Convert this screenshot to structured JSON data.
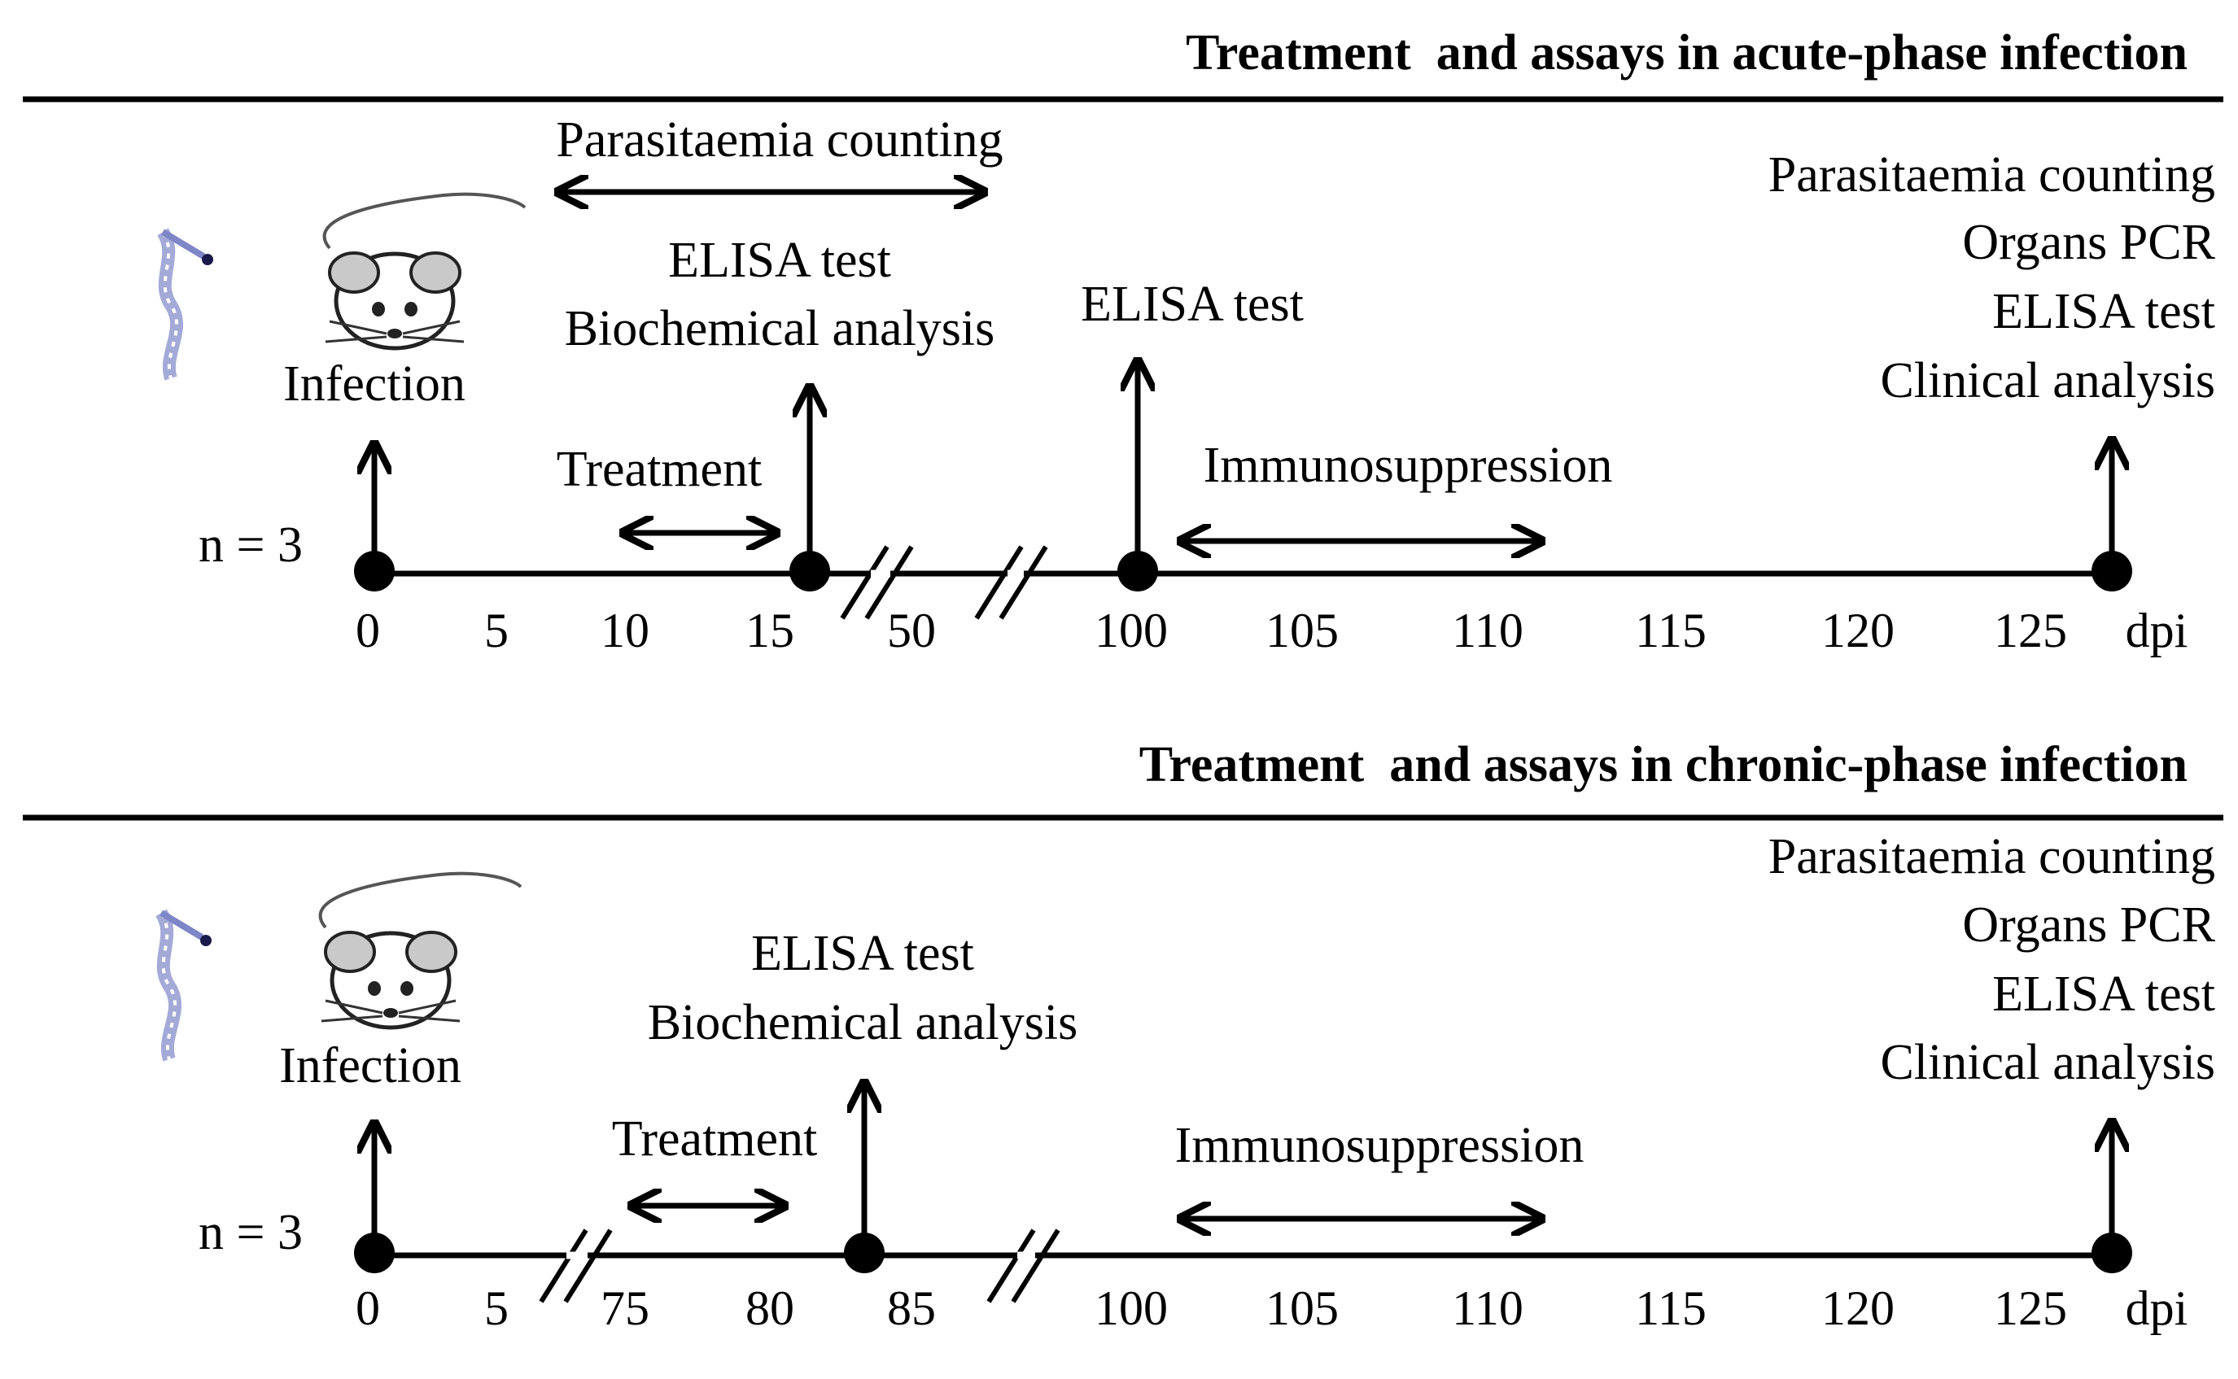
{
  "acute": {
    "title": "Treatment  and assays in acute-phase infection",
    "n_label": "n = 3",
    "infection": "Infection",
    "parasitaemia": "Parasitaemia counting",
    "elisa_1": "ELISA test",
    "biochem": "Biochemical analysis",
    "treatment": "Treatment",
    "elisa_2": "ELISA test",
    "immunosuppression": "Immunosuppression",
    "final_1": "Parasitaemia counting",
    "final_2": "Organs PCR",
    "final_3": "ELISA test",
    "final_4": "Clinical analysis",
    "ticks": [
      "0",
      "5",
      "10",
      "15",
      "50",
      "100",
      "105",
      "110",
      "115",
      "120",
      "125"
    ],
    "unit": "dpi"
  },
  "chronic": {
    "title": "Treatment  and assays in chronic-phase infection",
    "n_label": "n = 3",
    "infection": "Infection",
    "elisa_1": "ELISA test",
    "biochem": "Biochemical analysis",
    "treatment": "Treatment",
    "immunosuppression": "Immunosuppression",
    "final_1": "Parasitaemia counting",
    "final_2": "Organs PCR",
    "final_3": "ELISA test",
    "final_4": "Clinical analysis",
    "ticks": [
      "0",
      "5",
      "75",
      "80",
      "85",
      "100",
      "105",
      "110",
      "115",
      "120",
      "125"
    ],
    "unit": "dpi"
  },
  "icons": {
    "mouse": "mouse-icon",
    "parasite": "trypanosome-icon"
  },
  "colors": {
    "ink": "#000000",
    "parasite": "#7d86c6"
  }
}
